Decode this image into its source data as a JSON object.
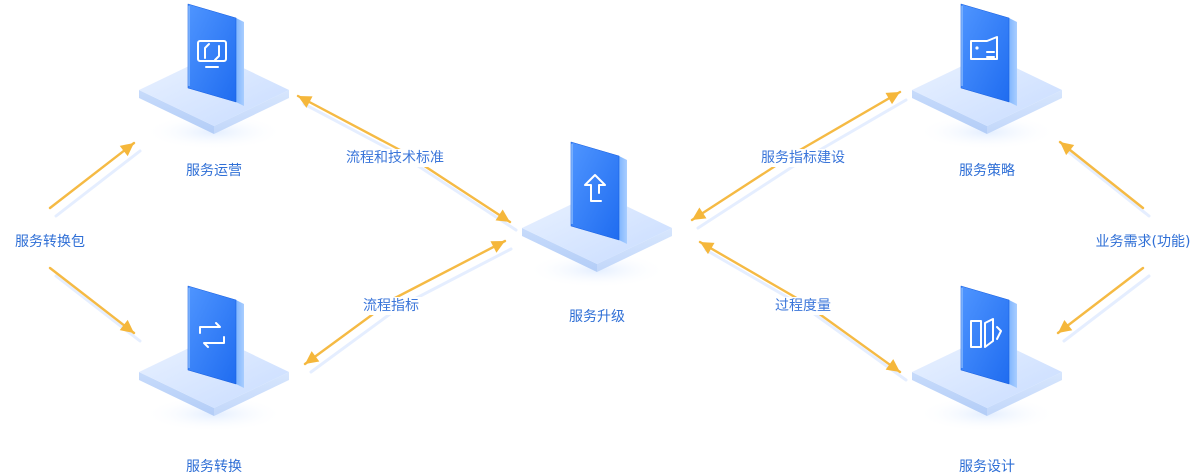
{
  "nodes": [
    {
      "id": "ops",
      "label": "服务运营",
      "icon": "monitor-sync-icon"
    },
    {
      "id": "convert",
      "label": "服务转换",
      "icon": "cycle-arrows-icon"
    },
    {
      "id": "upgrade",
      "label": "服务升级",
      "icon": "upgrade-arrow-icon"
    },
    {
      "id": "strategy",
      "label": "服务策略",
      "icon": "flag-list-icon"
    },
    {
      "id": "design",
      "label": "服务设计",
      "icon": "design-pen-icon"
    }
  ],
  "edges": [
    {
      "id": "process-tech",
      "label": "流程和技术标准"
    },
    {
      "id": "process-metrics",
      "label": "流程指标"
    },
    {
      "id": "metrics-build",
      "label": "服务指标建设"
    },
    {
      "id": "process-measure",
      "label": "过程度量"
    }
  ],
  "side_labels": {
    "left": "服务转换包",
    "right": "业务需求(功能)"
  },
  "colors": {
    "arrow": "#f5b73b",
    "tile_dark": "#2f7df6",
    "tile_light": "#5ea2ff",
    "platform": "#dce8ff",
    "text": "#2f6fd6"
  }
}
